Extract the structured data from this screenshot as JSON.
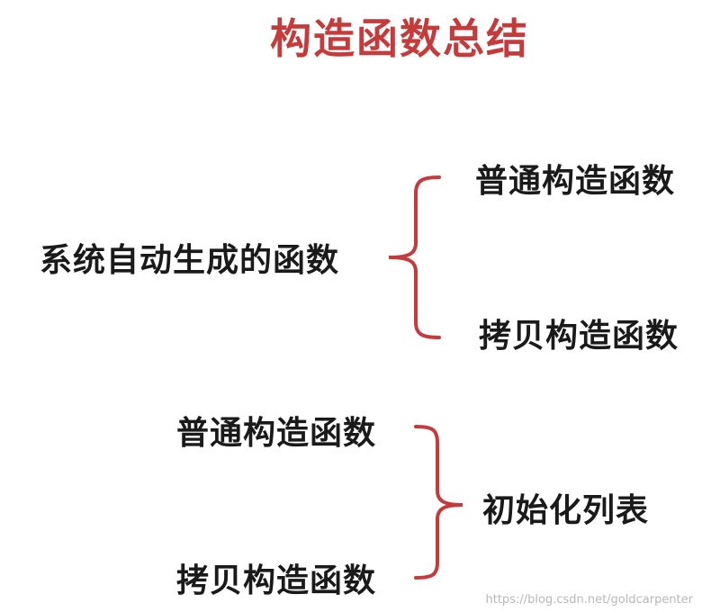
{
  "title": "构造函数总结",
  "group1": {
    "source": "系统自动生成的函数",
    "items": [
      "普通构造函数",
      "拷贝构造函数"
    ]
  },
  "group2": {
    "items": [
      "普通构造函数",
      "拷贝构造函数"
    ],
    "target": "初始化列表"
  },
  "watermark": "https://blog.csdn.net/goldcarpenter",
  "colors": {
    "title": "#c53a3a",
    "bracket": "#c53a3a",
    "text": "#1a1a1a"
  }
}
